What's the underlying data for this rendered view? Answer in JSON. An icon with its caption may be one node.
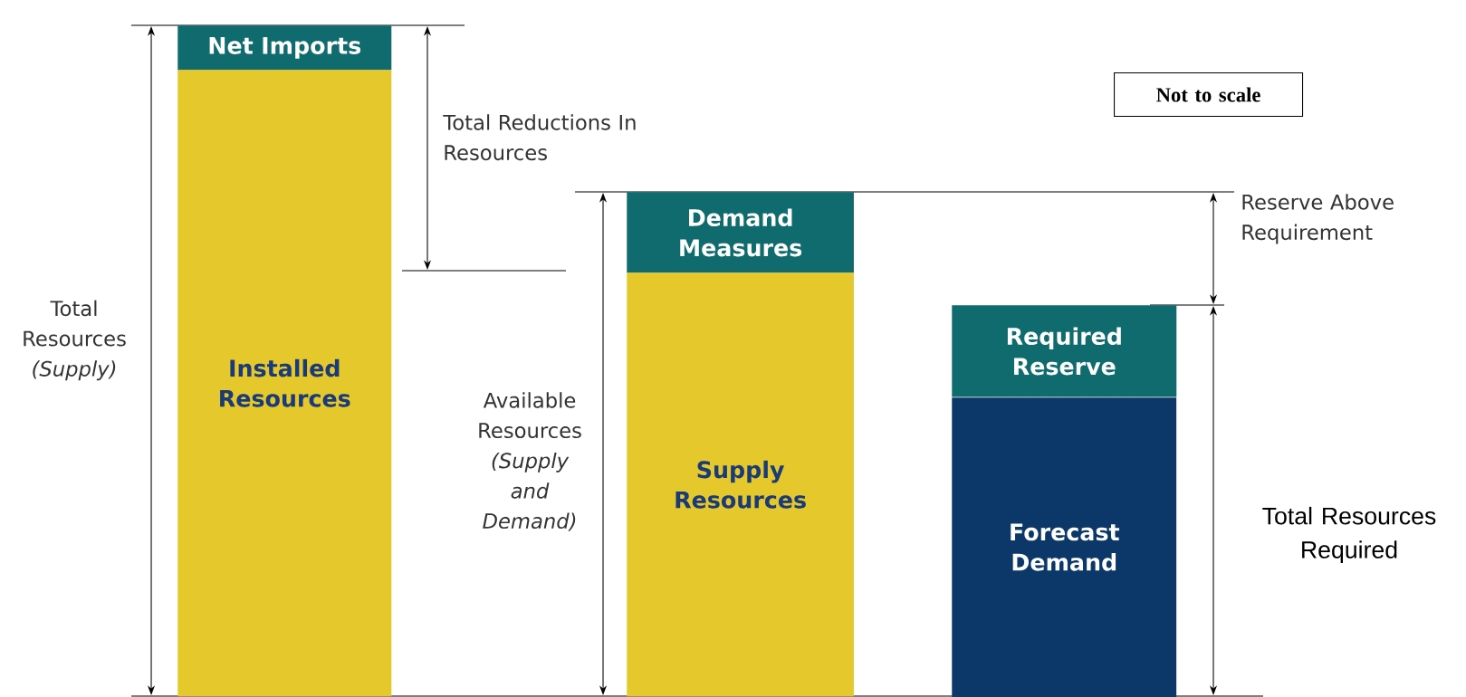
{
  "diagram": {
    "nodes": [
      {
        "text": [
          "Net Imports"
        ]
      },
      {
        "text": [
          "Installed Resources"
        ]
      },
      {
        "text": [
          "Not to scale"
        ]
      },
      {
        "text": [
          "Demand Measures"
        ]
      },
      {
        "text": [
          "Supply Resources"
        ]
      },
      {
        "text": [
          "Required Reserve"
        ]
      },
      {
        "text": [
          "Forecast Demand"
        ]
      }
    ],
    "labels": [
      "Total Reductions In Resources",
      "Total Resources *(Supply)*",
      "Reserve Above Requirement",
      "Available Resources *(Supply and Demand)*",
      "Total Resources Required"
    ]
  }
}
